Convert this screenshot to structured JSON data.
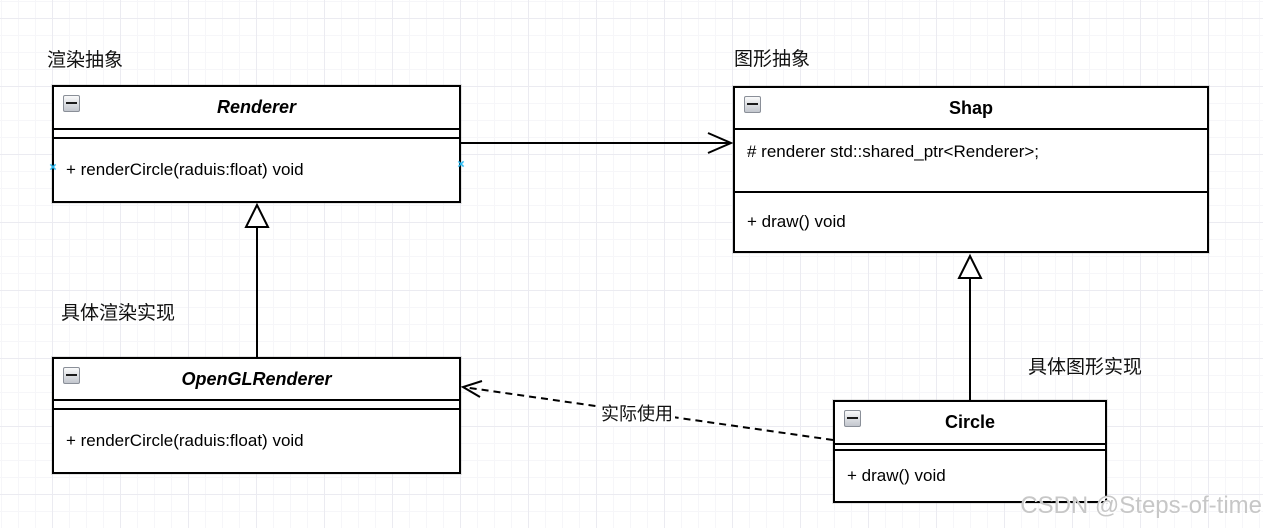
{
  "diagram": {
    "labels": {
      "render_abstraction": "渲染抽象",
      "shape_abstraction": "图形抽象",
      "concrete_render_impl": "具体渲染实现",
      "concrete_shape_impl": "具体图形实现",
      "dashed_edge_label": "实际使用"
    },
    "classes": {
      "renderer": {
        "name": "Renderer",
        "abstract": true,
        "attributes": [],
        "methods": [
          "+ renderCircle(raduis:float) void"
        ]
      },
      "shap": {
        "name": "Shap",
        "abstract": false,
        "attributes": [
          "# renderer std::shared_ptr<Renderer>;"
        ],
        "methods": [
          "+ draw() void"
        ]
      },
      "opengl_renderer": {
        "name": "OpenGLRenderer",
        "abstract": true,
        "attributes": [],
        "methods": [
          "+ renderCircle(raduis:float) void"
        ]
      },
      "circle": {
        "name": "Circle",
        "abstract": false,
        "attributes": [],
        "methods": [
          "+ draw() void"
        ]
      }
    },
    "relationships": [
      {
        "from": "Renderer",
        "to": "Shap",
        "type": "association-arrow"
      },
      {
        "from": "OpenGLRenderer",
        "to": "Renderer",
        "type": "generalization"
      },
      {
        "from": "Circle",
        "to": "Shap",
        "type": "generalization"
      },
      {
        "from": "Circle",
        "to": "OpenGLRenderer",
        "type": "dashed-dependency",
        "label": "实际使用"
      }
    ],
    "watermark": "CSDN @Steps-of-time",
    "colors": {
      "connection_point": "#2ab9f1",
      "watermark": "#c7c7c7",
      "border": "#000000",
      "grid_minor": "#f6f6f9",
      "grid_major": "#ebebf1"
    }
  }
}
